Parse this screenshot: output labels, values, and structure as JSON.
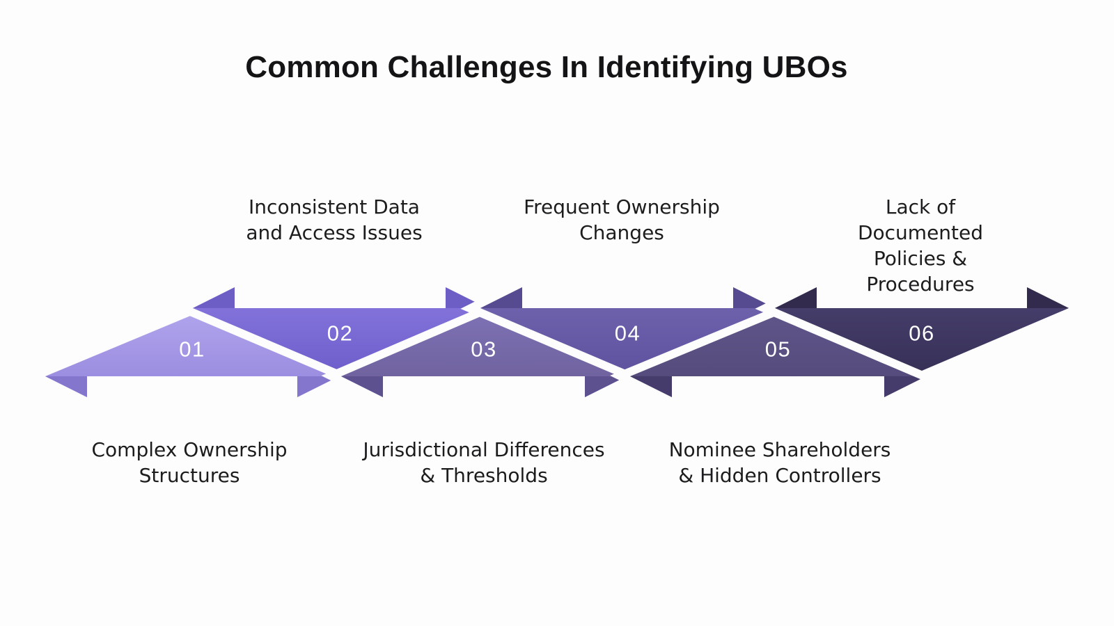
{
  "title": "Common Challenges In Identifying UBOs",
  "background_color": "#fdfdfd",
  "text_color": "#1c1c1e",
  "number_color": "#ffffff",
  "steps": [
    {
      "number": "01",
      "label_lines": [
        "Complex Ownership",
        "Structures"
      ],
      "label_position": "bottom",
      "color_top": "#b0a3ec",
      "color_bottom": "#9586dc",
      "flare_color": "#8576cd"
    },
    {
      "number": "02",
      "label_lines": [
        "Inconsistent Data",
        "and Access Issues"
      ],
      "label_position": "top",
      "color_top": "#8878de",
      "color_bottom": "#6f5fcc",
      "flare_color": "#6d5ec5"
    },
    {
      "number": "03",
      "label_lines": [
        "Jurisdictional Differences",
        "& Thresholds"
      ],
      "label_position": "bottom",
      "color_top": "#7e71b4",
      "color_bottom": "#6b5e98",
      "flare_color": "#5e5190"
    },
    {
      "number": "04",
      "label_lines": [
        "Frequent Ownership",
        "Changes"
      ],
      "label_position": "top",
      "color_top": "#7266b0",
      "color_bottom": "#5f53a0",
      "flare_color": "#564a90"
    },
    {
      "number": "05",
      "label_lines": [
        "Nominee Shareholders",
        "& Hidden Controllers"
      ],
      "label_position": "bottom",
      "color_top": "#5f5589",
      "color_bottom": "#524878",
      "flare_color": "#453c6c"
    },
    {
      "number": "06",
      "label_lines": [
        "Lack of Documented",
        "Policies & Procedures"
      ],
      "label_position": "top",
      "color_top": "#4a4270",
      "color_bottom": "#373057",
      "flare_color": "#322b4e"
    }
  ]
}
